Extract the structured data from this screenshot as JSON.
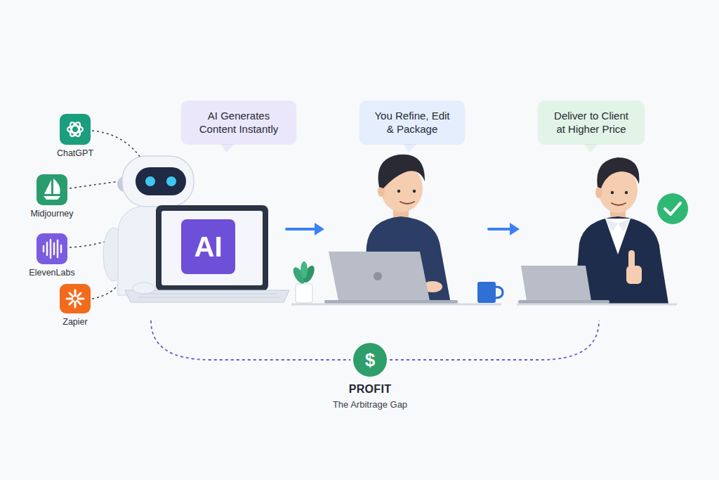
{
  "diagram": {
    "nodes": [
      {
        "text": [
          "AI Generates Content Instantly"
        ]
      },
      {
        "text": [
          "AI"
        ]
      },
      {
        "text": [
          "You Refine, Edit & Package"
        ]
      },
      {
        "text": [
          "Deliver to Client at Higher Price"
        ]
      },
      {
        "text": [
          "$"
        ]
      }
    ],
    "labels": [
      "ChatGPT",
      "Midjourney",
      "ElevenLabs",
      "Zapier",
      "PROFIT",
      "The Arbitrage Gap"
    ]
  }
}
